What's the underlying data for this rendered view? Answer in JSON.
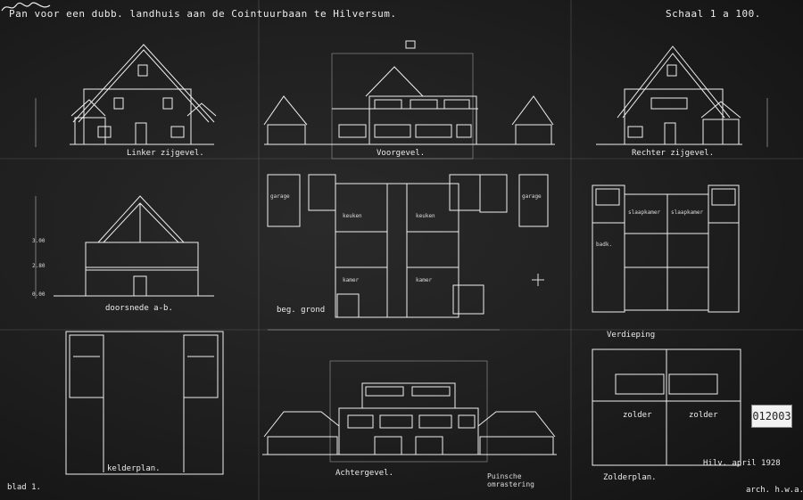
{
  "sheet": {
    "title": "Pan voor een dubb. landhuis aan de Cointuurbaan te Hilversum.",
    "scale": "Schaal   1 a 100.",
    "sheet_no": "blad 1.",
    "archive_no": "012003",
    "date": "Hilv. april 1928",
    "architect": "arch. h.w.a."
  },
  "views": {
    "left_facade": "Linker zijgevel.",
    "front_facade": "Voorgevel.",
    "right_facade": "Rechter zijgevel.",
    "section": "doorsnede a-b.",
    "ground_floor": "beg. grond",
    "first_floor": "Verdieping",
    "cellar": "kelderplan.",
    "rear_facade": "Achtergevel.",
    "attic": "Zolderplan.",
    "fence": "Puinsche omrastering"
  },
  "rooms": {
    "attic_left": "zolder",
    "attic_right": "zolder",
    "room_a": "garage",
    "room_b": "garage",
    "room_c": "kamer",
    "room_d": "kamer",
    "room_e": "keuken",
    "room_f": "keuken",
    "room_g": "slaapkamer",
    "room_h": "slaapkamer",
    "room_i": "badk."
  },
  "levels": {
    "l1": "3.00",
    "l2": "2.80",
    "l3": "0.00"
  },
  "colors": {
    "paper": "#1e1e1e",
    "line": "#f0f0f0"
  }
}
